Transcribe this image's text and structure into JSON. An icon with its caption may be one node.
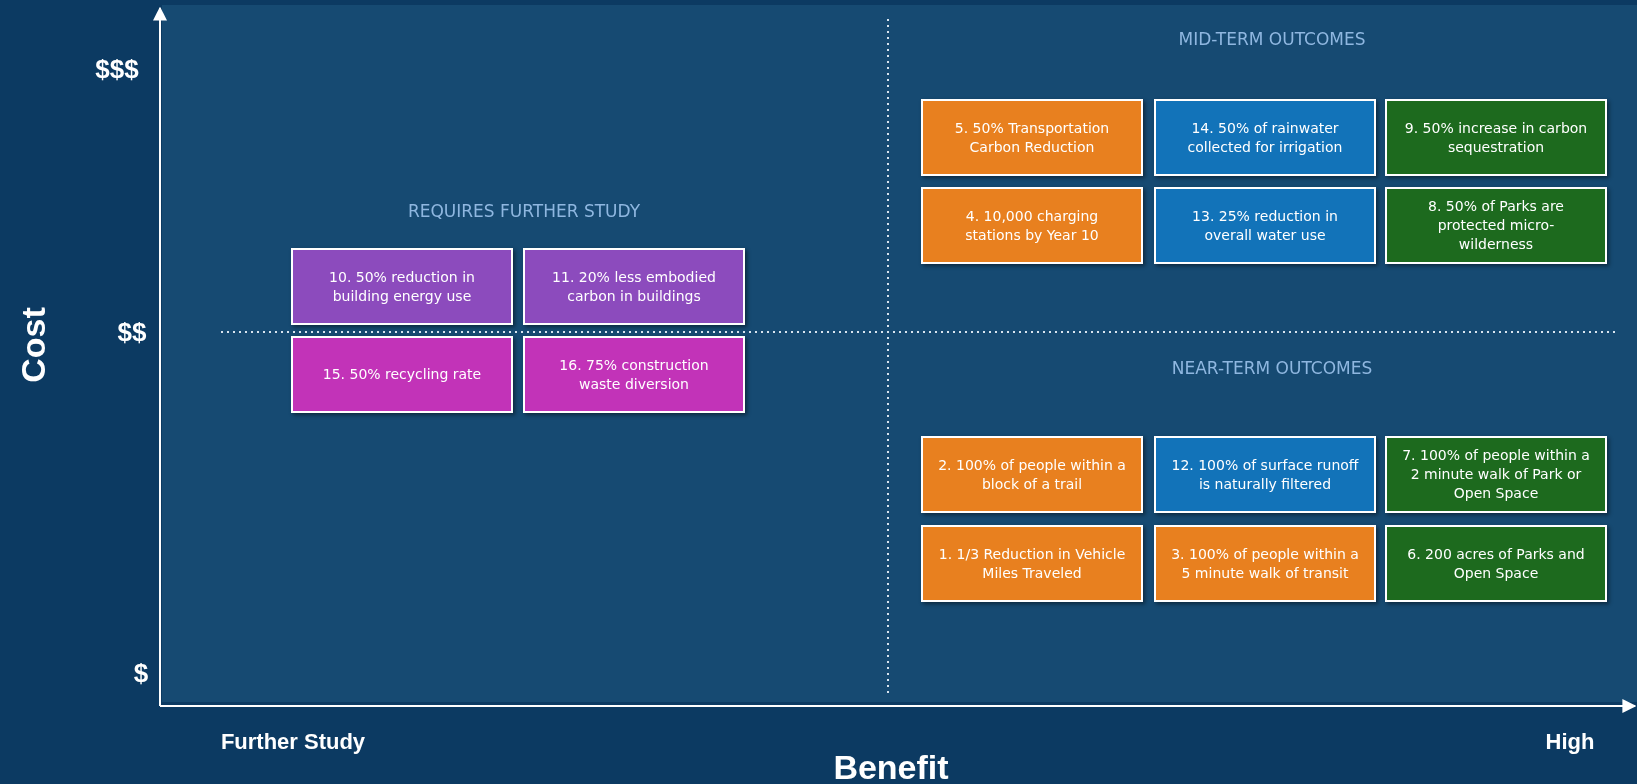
{
  "diagram": {
    "nodes": [
      {
        "text": [
          "5. 50% Transportation Carbon Reduction"
        ]
      },
      {
        "text": [
          "14. 50% of rainwater collected for irrigation"
        ]
      },
      {
        "text": [
          "9. 50% increase in carbon sequestration"
        ]
      },
      {
        "text": [
          "4. 10,000 charging stations by Year 10"
        ]
      },
      {
        "text": [
          "13. 25% reduction in overall water use"
        ]
      },
      {
        "text": [
          "8. 50% of Parks are protected micro-wilderness"
        ]
      },
      {
        "text": [
          "10. 50% reduction in building energy use"
        ]
      },
      {
        "text": [
          "11. 20% less embodied carbon in buildings"
        ]
      },
      {
        "text": [
          "15. 50% recycling rate"
        ]
      },
      {
        "text": [
          "16. 75% construction waste diversion"
        ]
      },
      {
        "text": [
          "2. 100% of people within a block of a trail"
        ]
      },
      {
        "text": [
          "12. 100% of surface runoff is naturally filtered"
        ]
      },
      {
        "text": [
          "7. 100% of people within a 2 minute walk of Park or Open Space"
        ]
      },
      {
        "text": [
          "1. 1/3 Reduction in Vehicle Miles Traveled"
        ]
      },
      {
        "text": [
          "3. 100% of people within a 5 minute walk of transit"
        ]
      },
      {
        "text": [
          "6. 200 acres of Parks and Open Space"
        ]
      }
    ],
    "labels": [
      "$$$",
      "MID-TERM OUTCOMES",
      "REQUIRES FURTHER STUDY",
      "Cost",
      "$$",
      "NEAR-TERM OUTCOMES",
      "$",
      "Further Study",
      "High",
      "Benefit"
    ]
  }
}
